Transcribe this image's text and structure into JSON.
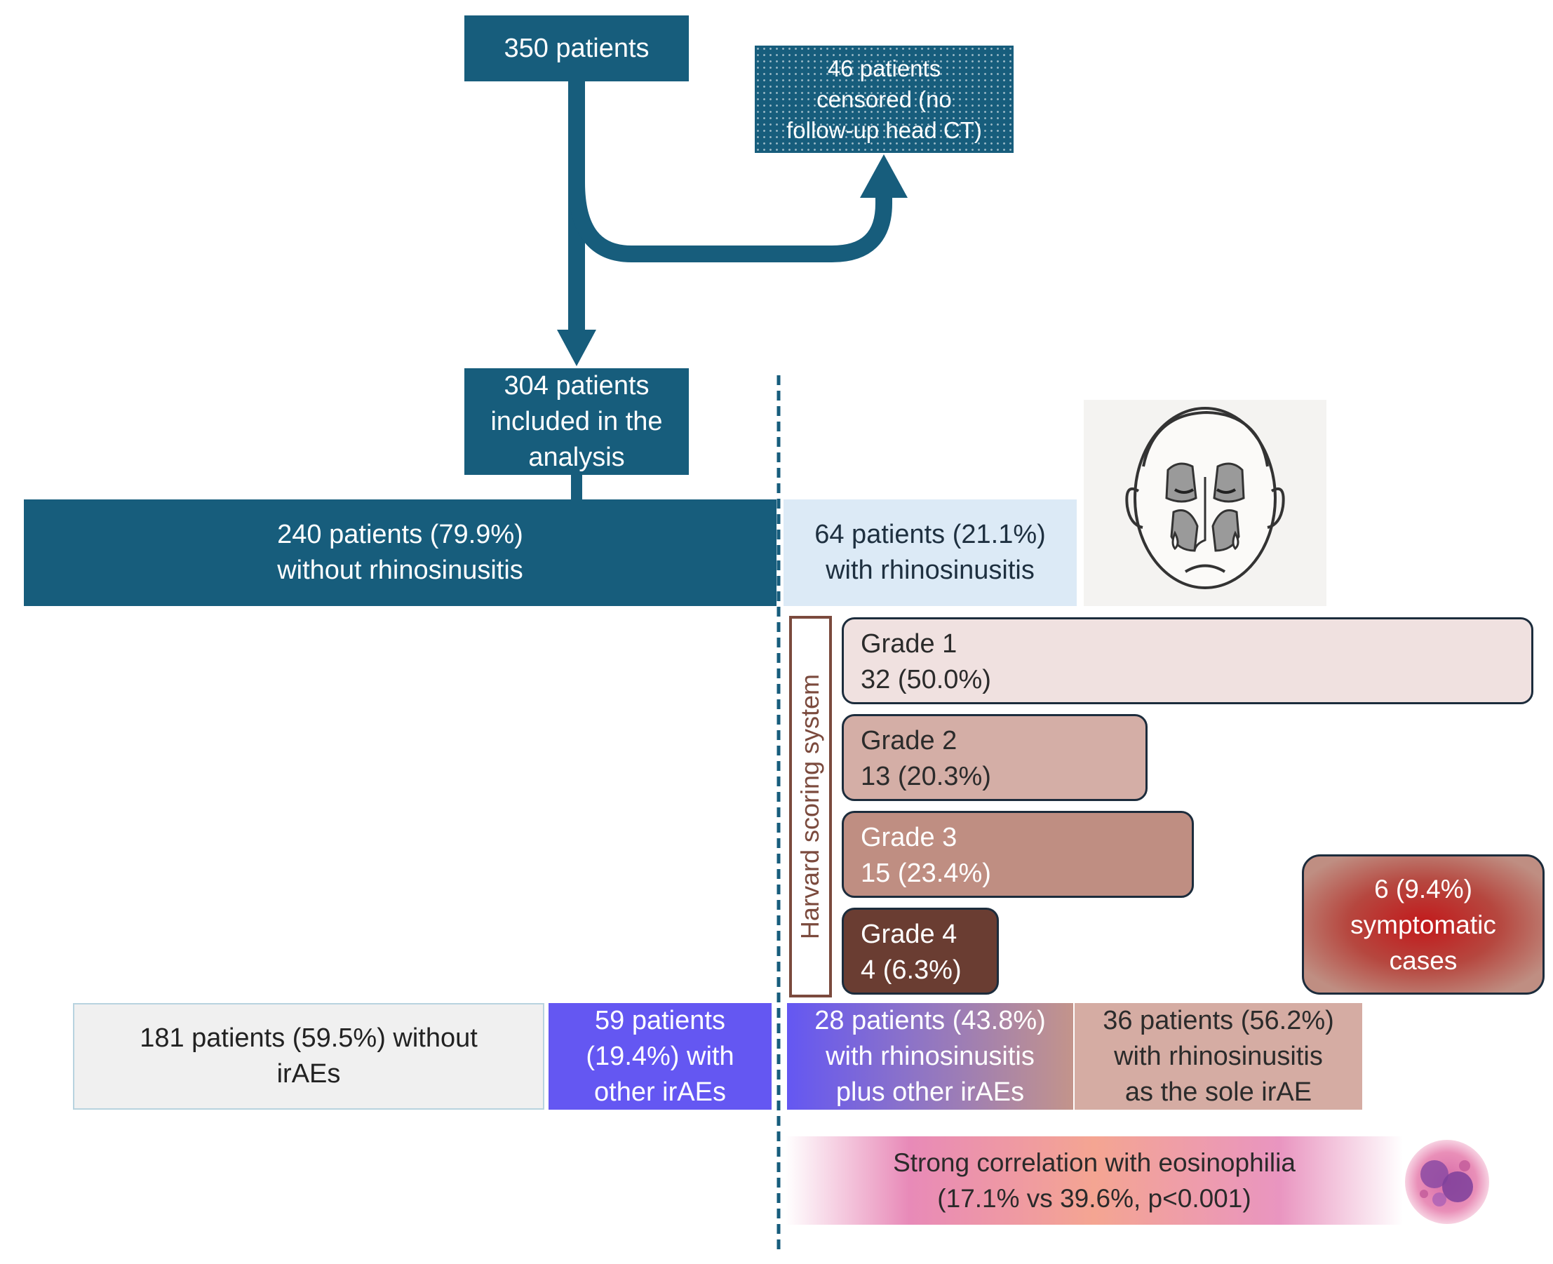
{
  "top_box": {
    "label": "350 patients"
  },
  "censored_box": {
    "label": "46 patients\ncensored (no\nfollow-up head CT)"
  },
  "included_box": {
    "label": "304 patients\nincluded in the\nanalysis"
  },
  "without_rhino": {
    "label": "240 patients (79.9%)\nwithout rhinosinusitis"
  },
  "with_rhino": {
    "label": "64 patients (21.1%)\nwith rhinosinusitis"
  },
  "harvard": {
    "label": "Harvard scoring system"
  },
  "grades": [
    {
      "title": "Grade 1",
      "value": "32 (50.0%)"
    },
    {
      "title": "Grade 2",
      "value": "13 (20.3%)"
    },
    {
      "title": "Grade 3",
      "value": "15 (23.4%)"
    },
    {
      "title": "Grade 4",
      "value": "4 (6.3%)"
    }
  ],
  "symptomatic": {
    "label": "6 (9.4%)\nsymptomatic\ncases"
  },
  "bottom_row": [
    {
      "label": "181 patients (59.5%) without\nirAEs"
    },
    {
      "label": "59 patients\n(19.4%) with\nother irAEs"
    },
    {
      "label": "28 patients (43.8%)\nwith rhinosinusitis\nplus other irAEs"
    },
    {
      "label": "36 patients (56.2%)\nwith rhinosinusitis\nas the sole irAE"
    }
  ],
  "correlation": {
    "label": "Strong correlation with eosinophilia\n(17.1% vs 39.6%, p<0.001)"
  },
  "colors": {
    "primary": "#175d7c",
    "light_blue": "#dceaf6",
    "grade1": "#f0e1e0",
    "grade2": "#d4aea6",
    "grade3": "#bf8e82",
    "grade4": "#6a3d32",
    "purple": "#6457f2",
    "rose": "#d5aca3",
    "symptomatic": "#c2191b"
  },
  "icons": [
    "sinus-face-illustration",
    "eosinophil-cell-image"
  ]
}
